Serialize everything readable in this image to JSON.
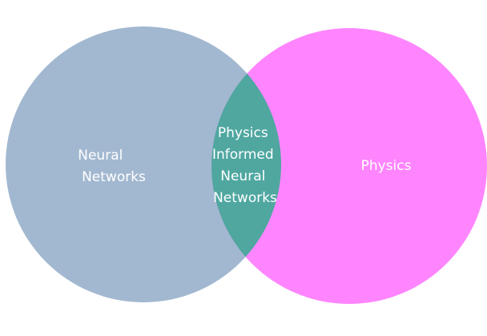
{
  "diagram": {
    "type": "venn",
    "sets": [
      {
        "name": "left-set",
        "label_lines": [
          "Neural",
          "Networks"
        ],
        "color": "#a2b8d0"
      },
      {
        "name": "right-set",
        "label_lines": [
          "Physics"
        ],
        "color": "#ff85ff"
      }
    ],
    "intersection": {
      "label_lines": [
        "Physics",
        "Informed",
        "Neural",
        "Networks"
      ],
      "color": "#4fa7a0"
    },
    "background": "#ffffff",
    "text_color": "#ffffff"
  }
}
